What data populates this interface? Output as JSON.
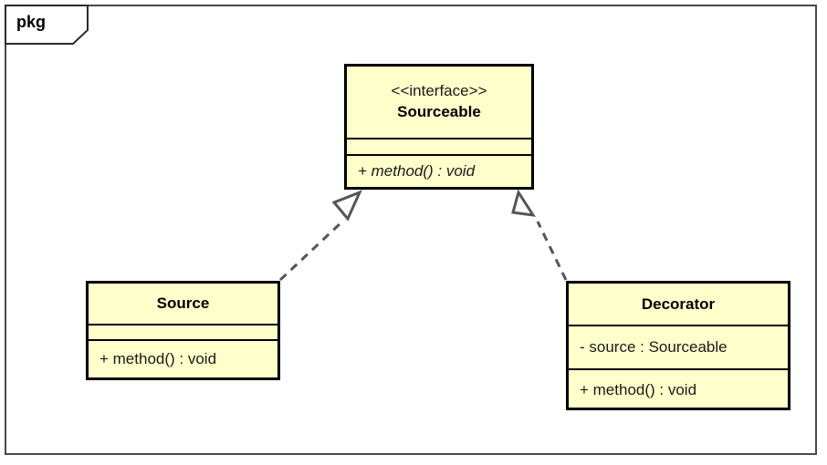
{
  "package": {
    "label": "pkg"
  },
  "diagram": {
    "type": "uml-class-diagram",
    "colors": {
      "class_fill": "#ffffcc",
      "class_border": "#000000",
      "frame_border": "#494949",
      "connector": "#555555",
      "background": "#ffffff"
    }
  },
  "classes": [
    {
      "id": "sourceable",
      "stereotype": "<<interface>>",
      "name": "Sourceable",
      "attributes": [],
      "methods": [
        "+ method() : void"
      ]
    },
    {
      "id": "source",
      "stereotype": "",
      "name": "Source",
      "attributes": [],
      "methods": [
        "+ method() : void"
      ]
    },
    {
      "id": "decorator",
      "stereotype": "",
      "name": "Decorator",
      "attributes": [
        "- source : Sourceable"
      ],
      "methods": [
        "+ method() : void"
      ]
    }
  ],
  "relationships": [
    {
      "type": "realization",
      "from": "source",
      "to": "sourceable",
      "line_style": "dashed",
      "arrowhead": "hollow-triangle"
    },
    {
      "type": "realization",
      "from": "decorator",
      "to": "sourceable",
      "line_style": "dashed",
      "arrowhead": "hollow-triangle"
    }
  ]
}
